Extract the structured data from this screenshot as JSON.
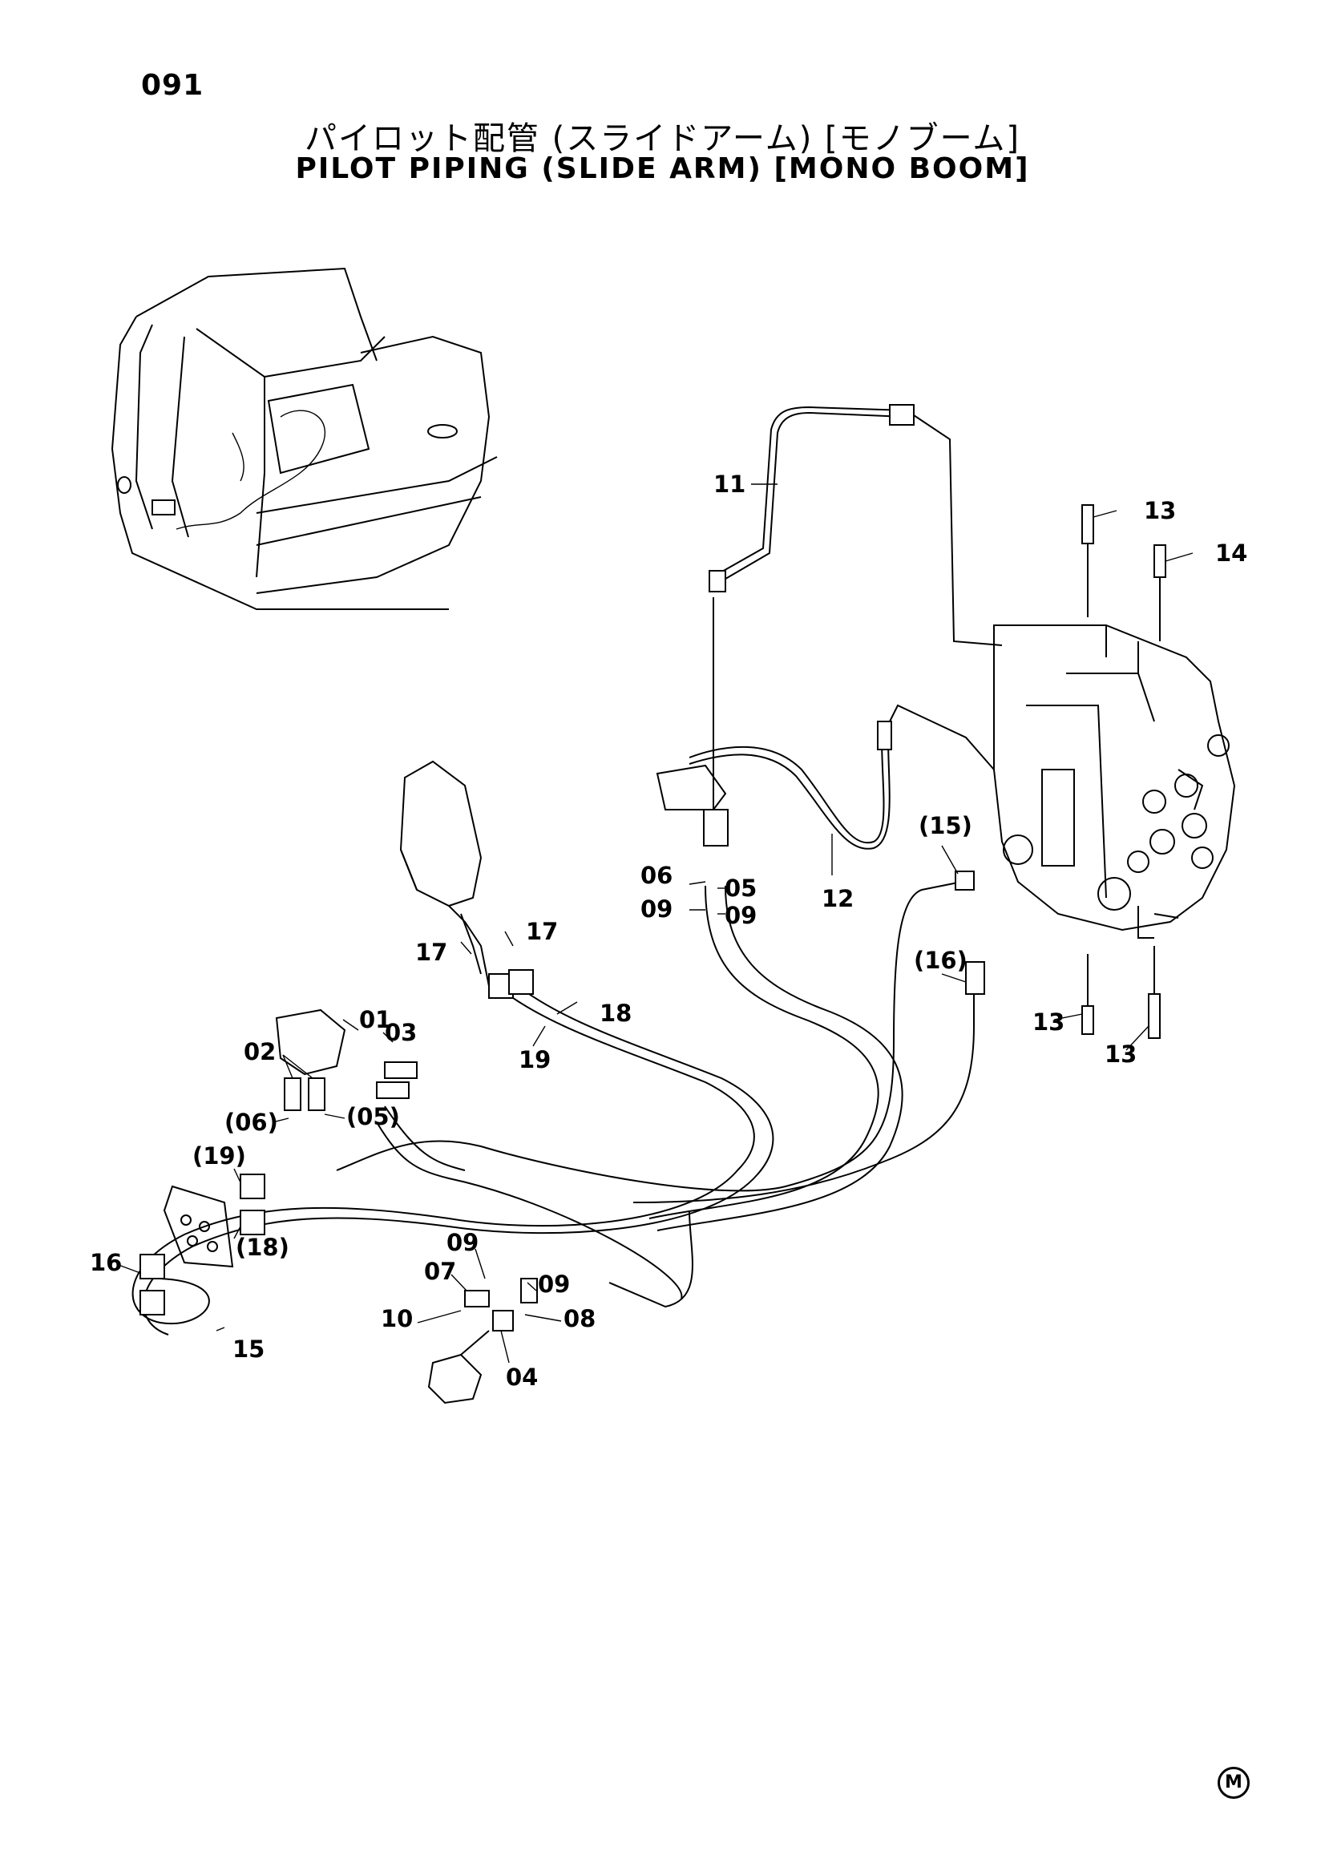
{
  "page_number": "091",
  "title_jp": "パイロット配管 (スライドアーム) [モノブーム]",
  "title_en": "PILOT PIPING (SLIDE ARM) [MONO BOOM]",
  "labels": {
    "p11": "11",
    "p13a": "13",
    "p14": "14",
    "p06": "06",
    "p05": "05",
    "p09a": "09",
    "p09b": "09",
    "p12": "12",
    "p15p": "(15)",
    "p16p": "(16)",
    "p13b": "13",
    "p13c": "13",
    "p17a": "17",
    "p17b": "17",
    "p18": "18",
    "p19": "19",
    "p01": "01",
    "p03": "03",
    "p02": "02",
    "p06p": "(06)",
    "p05p": "(05)",
    "p19p": "(19)",
    "p18p": "(18)",
    "p16": "16",
    "p15": "15",
    "p09c": "09",
    "p07": "07",
    "p09d": "09",
    "p10": "10",
    "p08": "08",
    "p04": "04"
  },
  "mark": "M"
}
